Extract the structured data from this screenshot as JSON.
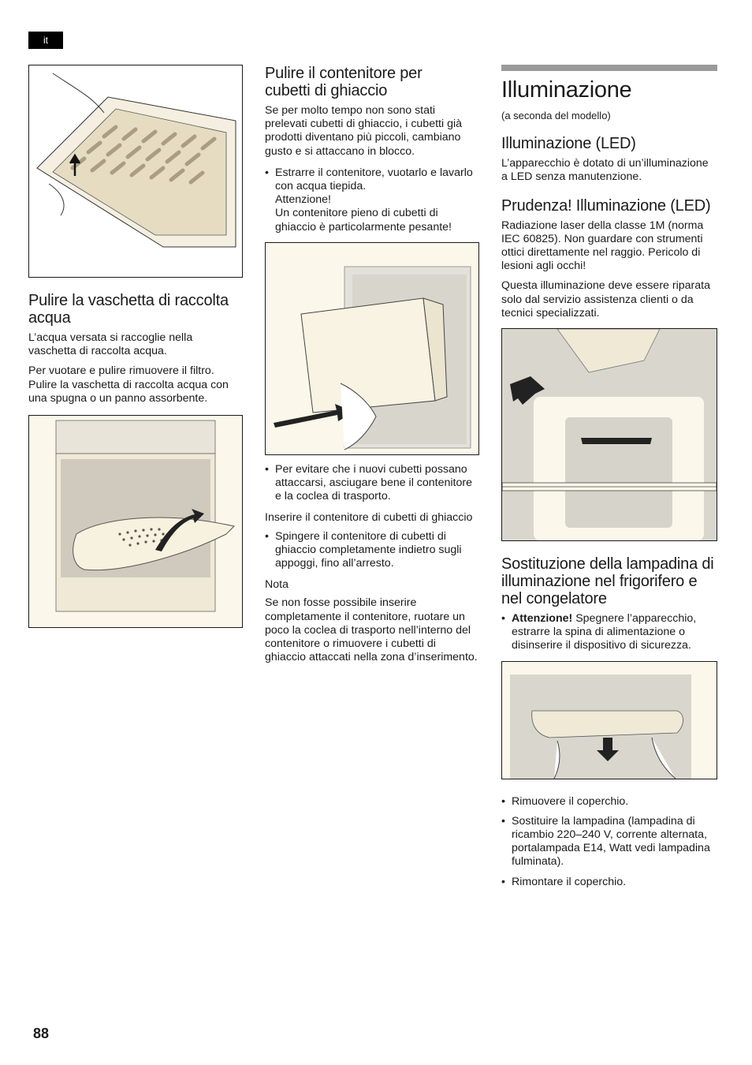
{
  "lang": "it",
  "page_number": "88",
  "left": {
    "title": "Pulire la vaschetta di raccolta acqua",
    "p1": "L’acqua versata si raccoglie nella vaschetta di raccolta acqua.",
    "p2": "Per vuotare e pulire rimuovere il filtro. Pulire la vaschetta di raccolta acqua con una spugna o un panno assorbente."
  },
  "middle": {
    "title": "Pulire il contenitore per cubetti di ghiaccio",
    "p1": "Se per molto tempo non sono stati prelevati cubetti di ghiaccio, i cubetti già prodotti diventano più piccoli, cambiano gusto e si attaccano in blocco.",
    "bullet1": "Estrarre il contenitore, vuotarlo e lavarlo con acqua tiepida.",
    "attention_label": "Attenzione!",
    "attention_text": "Un contenitore pieno di cubetti di ghiaccio è particolarmente pesante!",
    "bullet2": "Per evitare che i nuovi cubetti possano attaccarsi, asciugare bene il contenitore e la coclea di trasporto.",
    "subhead": "Inserire il contenitore di cubetti di ghiaccio",
    "bullet3": "Spingere il contenitore di cubetti di ghiaccio completamente indietro sugli appoggi, fino all’arresto.",
    "note_label": "Nota",
    "note_text": "Se non fosse possibile inserire completamente il contenitore, ruotare un poco la coclea di trasporto nell’interno del contenitore o rimuovere i cubetti di ghiaccio attaccati nella zona d’inserimento."
  },
  "right": {
    "title": "Illuminazione",
    "subtitle": "(a seconda del modello)",
    "h_led": "Illuminazione (LED)",
    "p_led": "L’apparecchio è dotato di un’illuminazione a LED senza manutenzione.",
    "h_caution": "Prudenza! Illuminazione (LED)",
    "p_caution1": "Radiazione laser della classe 1M (norma IEC 60825). Non guardare con strumenti ottici direttamente nel raggio. Pericolo di lesioni agli occhi!",
    "p_caution2": "Questa illuminazione deve essere riparata solo dal servizio assistenza clienti o da tecnici specializzati.",
    "h_replace": "Sostituzione della lampadina di illuminazione nel frigorifero e nel congelatore",
    "replace_attention_label": "Attenzione!",
    "replace_attention_text": "Spegnere l’apparecchio, estrarre la spina di alimentazione o disinserire il dispositivo di sicurezza.",
    "steps": [
      "Rimuovere il coperchio.",
      "Sostituire la lampadina (lampadina di ricambio 220–240 V, corrente alternata, portalampada E14, Watt vedi lampadina fulminata).",
      "Rimontare il coperchio."
    ]
  }
}
